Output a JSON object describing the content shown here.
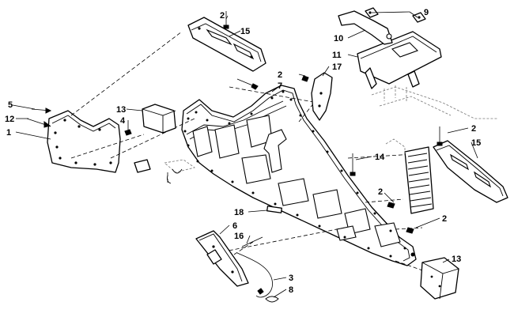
{
  "callouts": [
    {
      "id": "c1",
      "label": "1"
    },
    {
      "id": "c2a",
      "label": "2"
    },
    {
      "id": "c2b",
      "label": "2"
    },
    {
      "id": "c2c",
      "label": "2"
    },
    {
      "id": "c2d",
      "label": "2"
    },
    {
      "id": "c2e",
      "label": "2"
    },
    {
      "id": "c3",
      "label": "3"
    },
    {
      "id": "c4",
      "label": "4"
    },
    {
      "id": "c5",
      "label": "5"
    },
    {
      "id": "c6",
      "label": "6"
    },
    {
      "id": "c7",
      "label": "7"
    },
    {
      "id": "c8",
      "label": "8"
    },
    {
      "id": "c9",
      "label": "9"
    },
    {
      "id": "c10",
      "label": "10"
    },
    {
      "id": "c11",
      "label": "11"
    },
    {
      "id": "c12",
      "label": "12"
    },
    {
      "id": "c13a",
      "label": "13"
    },
    {
      "id": "c13b",
      "label": "13"
    },
    {
      "id": "c14",
      "label": "14"
    },
    {
      "id": "c15a",
      "label": "15"
    },
    {
      "id": "c15b",
      "label": "15"
    },
    {
      "id": "c16",
      "label": "16"
    },
    {
      "id": "c17",
      "label": "17"
    },
    {
      "id": "c18",
      "label": "18"
    }
  ]
}
